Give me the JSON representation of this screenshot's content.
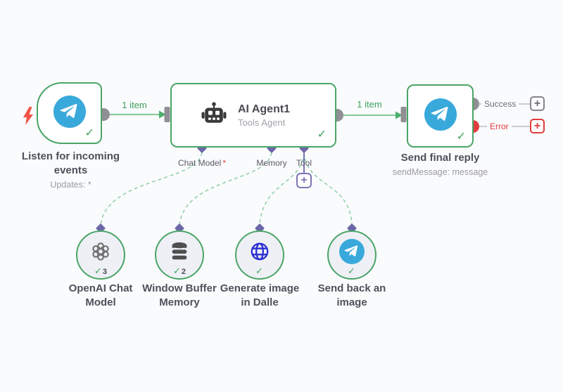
{
  "canvas": {
    "background": "#fafbfd"
  },
  "colors": {
    "node_border_green": "#4aa567",
    "success_check_green": "#3ea35c",
    "connection_green": "#82c898",
    "dashed_connection_green": "#94d1a8",
    "connector_purple": "#6c68a8",
    "error_red": "#e13c3c",
    "trigger_bolt_red": "#f2544a",
    "telegram_blue": "#39a9db",
    "globe_blue": "#2b2fd2",
    "port_gray": "#8f8f95"
  },
  "nodes": {
    "trigger": {
      "label": "Listen for incoming events",
      "sublabel": "Updates: *",
      "check": "✓",
      "icon": "telegram"
    },
    "agent": {
      "title": "AI Agent1",
      "subtitle": "Tools Agent",
      "check": "✓",
      "icon": "robot",
      "connectors": {
        "chat_model": "Chat Model",
        "chat_model_required": "*",
        "memory": "Memory",
        "tool": "Tool"
      }
    },
    "send_final": {
      "label": "Send final reply",
      "sublabel": "sendMessage: message",
      "check": "✓",
      "icon": "telegram"
    },
    "openai": {
      "label": "OpenAI Chat Model",
      "check": "✓",
      "count": "3",
      "icon": "openai"
    },
    "window_buffer": {
      "label": "Window Buffer Memory",
      "check": "✓",
      "count": "2",
      "icon": "database"
    },
    "dalle": {
      "label": "Generate image in Dalle",
      "check": "✓",
      "count": "",
      "icon": "globe"
    },
    "send_back": {
      "label": "Send back an image",
      "check": "✓",
      "count": "",
      "icon": "telegram"
    }
  },
  "connections": {
    "trigger_to_agent": "1 item",
    "agent_to_send": "1 item"
  },
  "outputs": {
    "success": "Success",
    "error": "Error"
  },
  "buttons": {
    "add_tool": "+",
    "add_success": "+",
    "add_error": "+"
  }
}
